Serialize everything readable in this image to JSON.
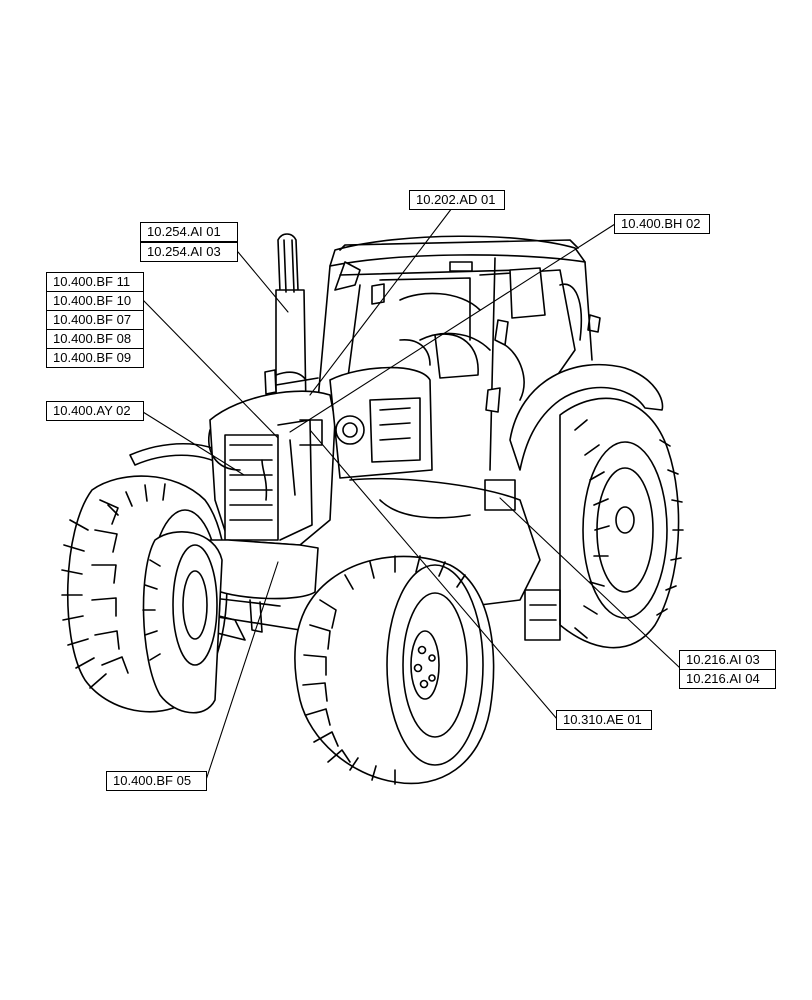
{
  "references": {
    "r10254ai01": "10.254.AI 01",
    "r10254ai03": "10.254.AI 03",
    "r10202ad01": "10.202.AD 01",
    "r10400bh02": "10.400.BH 02",
    "r10400bf11": "10.400.BF 11",
    "r10400bf10": "10.400.BF 10",
    "r10400bf07": "10.400.BF 07",
    "r10400bf08": "10.400.BF 08",
    "r10400bf09": "10.400.BF 09",
    "r10400ay02": "10.400.AY 02",
    "r10216ai03": "10.216.AI 03",
    "r10216ai04": "10.216.AI 04",
    "r10310ae01": "10.310.AE 01",
    "r10400bf05": "10.400.BF 05"
  }
}
